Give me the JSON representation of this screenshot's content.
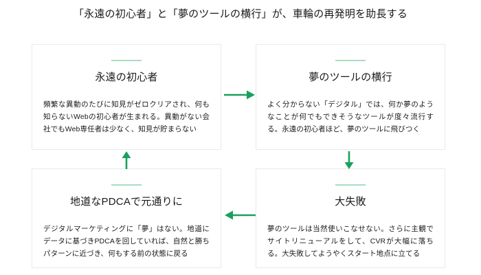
{
  "diagram": {
    "title": "「永遠の初心者」と「夢のツールの横行」が、車輪の再発明を助長する",
    "accent_color": "#1aa05c",
    "divider_color": "#a8ddc2",
    "card_border_color": "#e9e9e9",
    "background_color": "#ffffff",
    "text_color": "#1a1a1a"
  },
  "cards": [
    {
      "id": "eternal-beginner",
      "heading": "永遠の初心者",
      "body": "頻繁な異動のたびに知見がゼロクリアされ、何も知らないWebの初心者が生まれる。異動がない会社でもWeb専任者は少なく、知見が貯まらない"
    },
    {
      "id": "dream-tool",
      "heading": "夢のツールの横行",
      "body": "よく分からない「デジタル」では、何か夢のようなことが何でもできそうなツールが度々流行する。永遠の初心者ほど、夢のツールに飛びつく"
    },
    {
      "id": "pdca",
      "heading": "地道なPDCAで元通りに",
      "body": "デジタルマーケティングに「夢」はない。地道にデータに基づきPDCAを回していれば、自然と勝ちパターンに近づき、何もする前の状態に戻る"
    },
    {
      "id": "big-failure",
      "heading": "大失敗",
      "body": "夢のツールは当然使いこなせない。さらに主観でサイトリニューアルをして、CVRが大幅に落ちる。大失敗してようやくスタート地点に立てる"
    }
  ],
  "arrows": [
    {
      "id": "top",
      "direction": "right",
      "from": "eternal-beginner",
      "to": "dream-tool"
    },
    {
      "id": "right",
      "direction": "down",
      "from": "dream-tool",
      "to": "big-failure"
    },
    {
      "id": "bottom",
      "direction": "left",
      "from": "big-failure",
      "to": "pdca"
    },
    {
      "id": "left",
      "direction": "up",
      "from": "pdca",
      "to": "eternal-beginner"
    }
  ]
}
